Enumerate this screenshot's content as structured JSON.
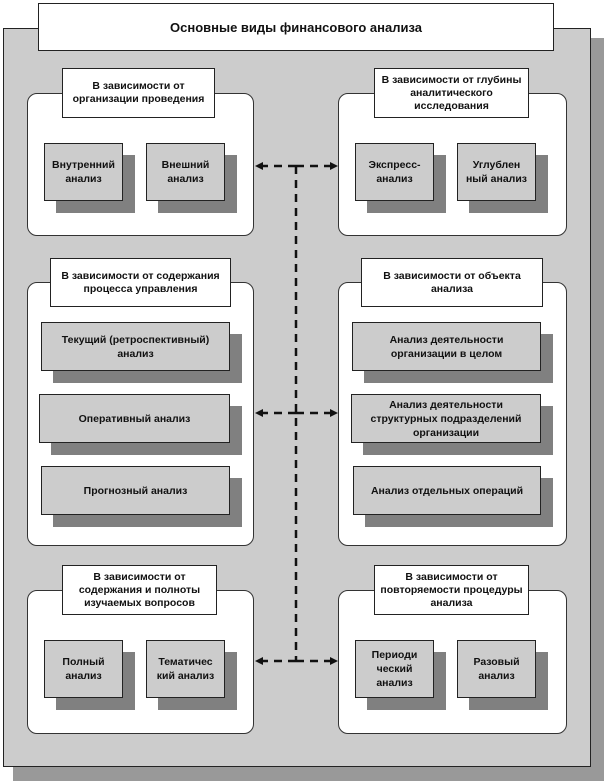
{
  "title": "Основные виды финансового анализа",
  "colors": {
    "panel": "#cccccc",
    "panel_shadow": "#999999",
    "item": "#cccccc",
    "item_shadow": "#808080",
    "box": "#ffffff",
    "line": "#111111"
  },
  "groups": [
    {
      "id": "organization",
      "label": "В зависимости от организации проведения",
      "items": [
        "Внутренний анализ",
        "Внешний анализ"
      ]
    },
    {
      "id": "depth",
      "label": "В зависимости от глубины аналитического исследования",
      "items": [
        "Экспресс-анализ",
        "Углублен ный анализ"
      ]
    },
    {
      "id": "management-process",
      "label": "В зависимости от содержания процесса управления",
      "items": [
        "Текущий (ретроспективный) анализ",
        "Оперативный анализ",
        "Прогнозный анализ"
      ]
    },
    {
      "id": "object",
      "label": "В зависимости от объекта анализа",
      "items": [
        "Анализ деятельности организации  в целом",
        "Анализ деятельности структурных подразделений организации",
        "Анализ отдельных операций"
      ]
    },
    {
      "id": "completeness",
      "label": "В зависимости от содержания и полноты изучаемых вопросов",
      "items": [
        "Полный анализ",
        "Тематичес кий анализ"
      ]
    },
    {
      "id": "repeatability",
      "label": "В зависимости от повторяемости процедуры анализа",
      "items": [
        "Периоди ческий анализ",
        "Разовый анализ"
      ]
    }
  ]
}
